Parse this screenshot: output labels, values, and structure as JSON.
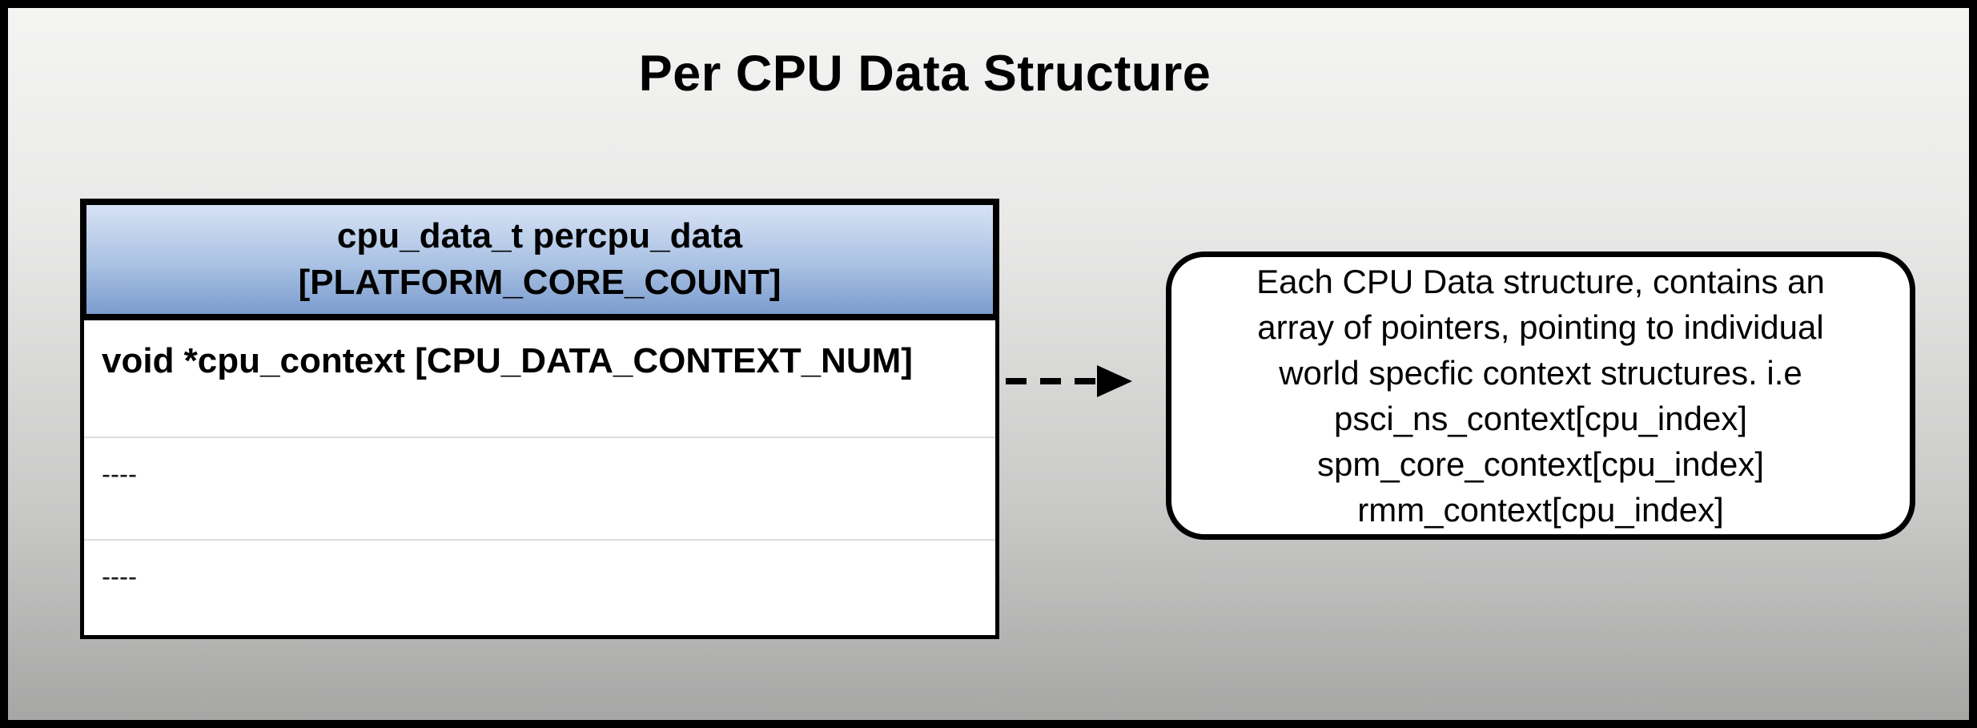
{
  "title": "Per CPU Data Structure",
  "table": {
    "header": {
      "line1": "cpu_data_t percpu_data",
      "line2": "[PLATFORM_CORE_COUNT]"
    },
    "rows": [
      {
        "text": "void *cpu_context [CPU_DATA_CONTEXT_NUM]"
      },
      {
        "text": "----"
      },
      {
        "text": "----"
      }
    ]
  },
  "callout": {
    "lines": [
      "Each CPU Data structure, contains an",
      "array of pointers, pointing to individual",
      "world specfic context structures. i.e",
      "psci_ns_context[cpu_index]",
      "spm_core_context[cpu_index]",
      "rmm_context[cpu_index]"
    ]
  },
  "colors": {
    "page_border": "#000000",
    "background_top": "#f4f4f3",
    "background_bottom": "#a6a6a5",
    "header_gradient_top": "#d7e2f4",
    "header_gradient_bottom": "#7b9cce",
    "table_background": "#ffffff",
    "row_separator": "#dcdcdc",
    "arrow_color": "#000000"
  }
}
